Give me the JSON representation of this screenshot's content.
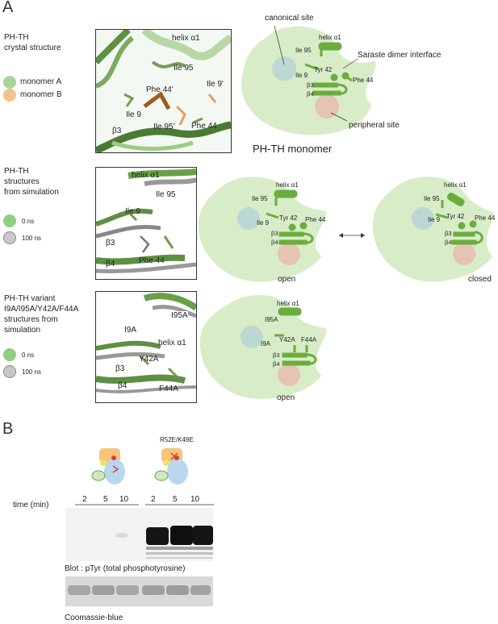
{
  "panelA": {
    "letter": "A",
    "row1": {
      "title_line1": "PH-TH",
      "title_line2": "crystal structure",
      "legend": [
        {
          "label": "monomer A",
          "color": "#a8d49a"
        },
        {
          "label": "monomer B",
          "color": "#f3c48a"
        }
      ],
      "labels": {
        "helix": "helix α1",
        "ile95": "Ile 95",
        "phe44p": "Phe 44'",
        "ile9p": "Ile 9'",
        "ile9": "Ile 9",
        "ile95p": "Ile 95'",
        "phe44": "Phe 44",
        "b3": "β3"
      },
      "schematic": {
        "canonical": "canonical site",
        "helix": "helix α1",
        "ile95": "Ile 95",
        "saraste": "Saraste dimer interface",
        "ile9": "Ile 9",
        "tyr42": "Tyr 42",
        "phe44": "Phe 44",
        "b3": "β3",
        "b4": "β4",
        "peripheral": "peripheral site",
        "caption": "PH-TH monomer"
      }
    },
    "row2": {
      "title_line1": "PH-TH",
      "title_line2": "structures",
      "title_line3": "from simulation",
      "legend": [
        {
          "label": "0 ns",
          "color": "#8fcf7f"
        },
        {
          "label": "100 ns",
          "color": "#c8c8c8"
        }
      ],
      "labels": {
        "helix": "helix α1",
        "ile95": "Ile 95",
        "ile9": "Ile 9",
        "b3": "β3",
        "b4": "β4",
        "phe44": "Phe 44"
      },
      "open": {
        "helix": "helix α1",
        "ile95": "Ile 95",
        "ile9": "Ile 9",
        "tyr42": "Tyr 42",
        "phe44": "Phe 44",
        "b3": "β3",
        "b4": "β4",
        "caption": "open"
      },
      "closed": {
        "helix": "helix α1",
        "ile95": "Ile 95",
        "ile9": "Ile 9",
        "tyr42": "Tyr 42",
        "phe44": "Phe 44",
        "b3": "β3",
        "b4": "β4",
        "caption": "closed"
      }
    },
    "row3": {
      "title_line1": "PH-TH variant",
      "title_line2": "I9A/I95A/Y42A/F44A",
      "title_line3": "structures from",
      "title_line4": "simulation",
      "legend": [
        {
          "label": "0 ns",
          "color": "#8fcf7f"
        },
        {
          "label": "100 ns",
          "color": "#c8c8c8"
        }
      ],
      "labels": {
        "i95a": "I95A",
        "i9a": "I9A",
        "helix": "helix α1",
        "y42a": "Y42A",
        "b3": "β3",
        "b4": "β4",
        "f44a": "F44A"
      },
      "schematic": {
        "helix": "helix α1",
        "i95a": "I95A",
        "i9a": "I9A",
        "y42a": "Y42A",
        "f44a": "F44A",
        "b3": "β3",
        "b4": "β4",
        "caption": "open"
      }
    }
  },
  "panelB": {
    "letter": "B",
    "mutant_label": "R52E/K49E",
    "time_label": "time (min)",
    "times_wt": [
      "2",
      "5",
      "10"
    ],
    "times_mut": [
      "2",
      "5",
      "10"
    ],
    "blot_caption": "Blot : pTyr (total phosphotyrosine)",
    "stain_caption": "Coomassie-blue"
  }
}
